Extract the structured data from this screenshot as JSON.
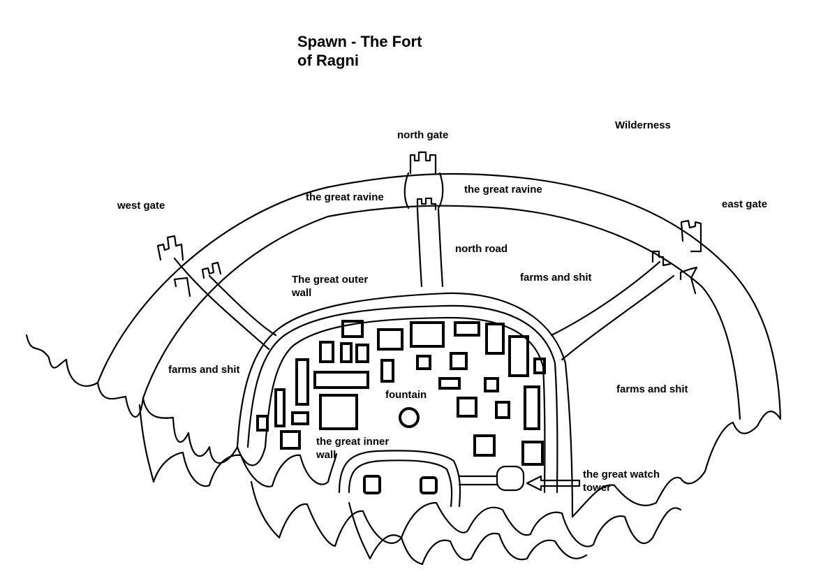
{
  "title": {
    "line1": "Spawn - The Fort",
    "line2": "of Ragni"
  },
  "labels": {
    "north_gate": "north gate",
    "wilderness": "Wilderness",
    "west_gate": "west gate",
    "east_gate": "east gate",
    "ravine_west": "the great ravine",
    "ravine_east": "the great ravine",
    "north_road": "north road",
    "outer_wall_1": "The great outer",
    "outer_wall_2": "wall",
    "farms_north": "farms and shit",
    "farms_west": "farms and shit",
    "farms_east": "farms and shit",
    "fountain": "fountain",
    "inner_wall_1": "the great inner",
    "inner_wall_2": "wall",
    "watch_tower_1": "the great watch",
    "watch_tower_2": "tower"
  },
  "colors": {
    "ink": "#000000",
    "paper": "#ffffff"
  }
}
